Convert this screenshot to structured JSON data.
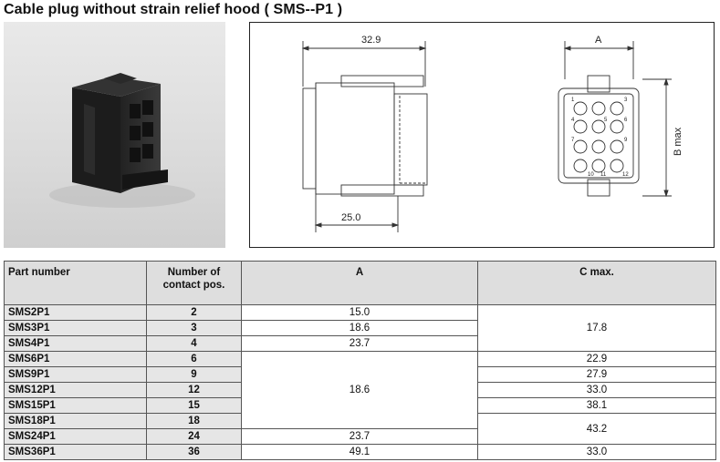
{
  "title": "Cable plug without strain relief hood ( SMS--P1 )",
  "drawing": {
    "dim_top": "32.9",
    "dim_bottom": "25.0",
    "dim_a": "A",
    "dim_b": "B max",
    "pin_numbers": [
      "1",
      "3",
      "4",
      "5",
      "6",
      "7",
      "9",
      "10",
      "11",
      "12"
    ]
  },
  "table": {
    "headers": {
      "part_number": "Part number",
      "contact_pos": "Number of contact pos.",
      "a": "A",
      "c_max": "C max."
    },
    "rows": [
      {
        "part": "SMS2P1",
        "count": "2"
      },
      {
        "part": "SMS3P1",
        "count": "3"
      },
      {
        "part": "SMS4P1",
        "count": "4"
      },
      {
        "part": "SMS6P1",
        "count": "6"
      },
      {
        "part": "SMS9P1",
        "count": "9"
      },
      {
        "part": "SMS12P1",
        "count": "12"
      },
      {
        "part": "SMS15P1",
        "count": "15"
      },
      {
        "part": "SMS18P1",
        "count": "18"
      },
      {
        "part": "SMS24P1",
        "count": "24"
      },
      {
        "part": "SMS36P1",
        "count": "36"
      }
    ],
    "a_values": [
      "15.0",
      "18.6",
      "23.7",
      "18.6",
      "23.7",
      "49.1"
    ],
    "c_values": [
      "17.8",
      "22.9",
      "27.9",
      "33.0",
      "38.1",
      "43.2",
      "33.0"
    ]
  }
}
